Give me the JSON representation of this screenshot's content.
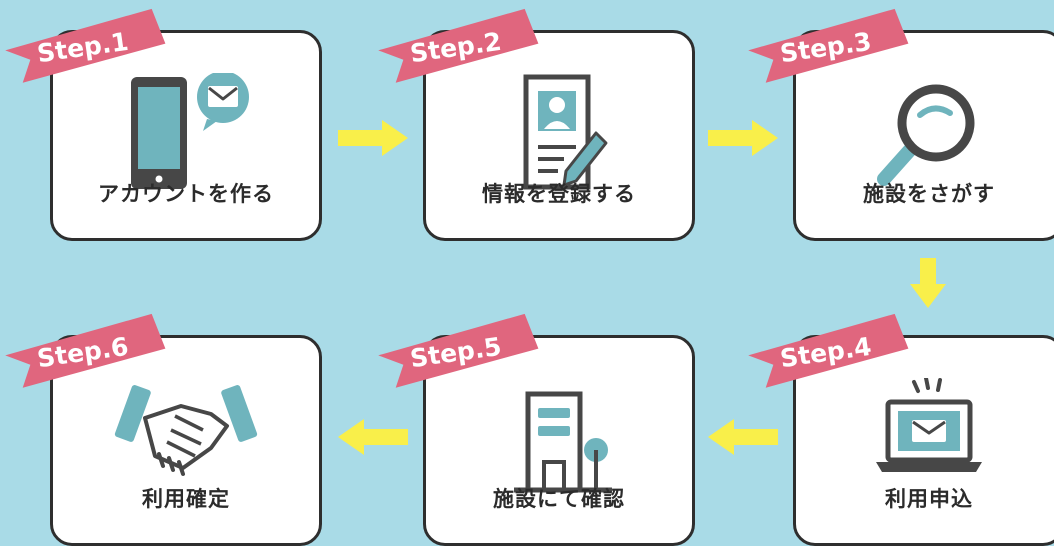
{
  "colors": {
    "background": "#a9dbe7",
    "card_border": "#2e2e2e",
    "badge": "#e0667e",
    "arrow": "#f9ef4a",
    "icon_teal": "#6fb4bd",
    "icon_dark": "#474747"
  },
  "steps": [
    {
      "badge": "Step.1",
      "label": "アカウントを作る",
      "icon": "smartphone-mail-icon"
    },
    {
      "badge": "Step.2",
      "label": "情報を登録する",
      "icon": "profile-document-pen-icon"
    },
    {
      "badge": "Step.3",
      "label": "施設をさがす",
      "icon": "magnifier-icon"
    },
    {
      "badge": "Step.4",
      "label": "利用申込",
      "icon": "laptop-mail-icon"
    },
    {
      "badge": "Step.5",
      "label": "施設にて確認",
      "icon": "facility-building-icon"
    },
    {
      "badge": "Step.6",
      "label": "利用確定",
      "icon": "handshake-icon"
    }
  ]
}
